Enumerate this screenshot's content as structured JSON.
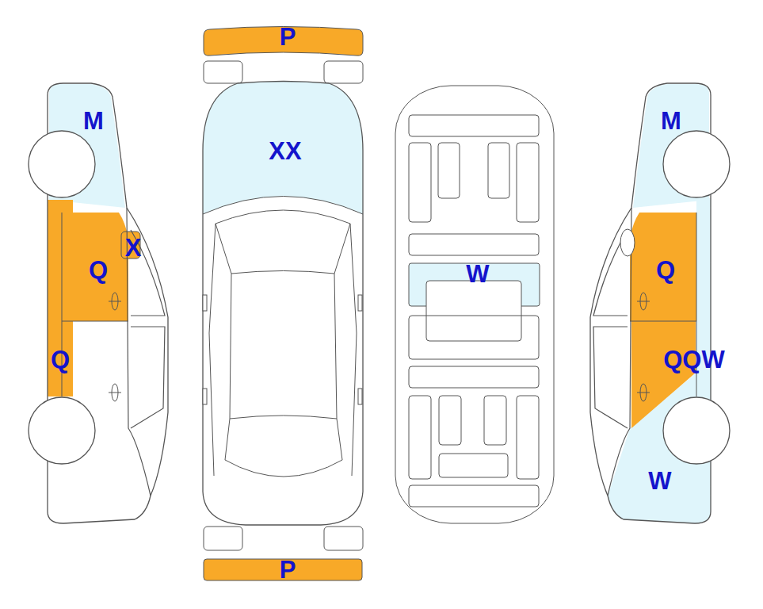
{
  "diagram": {
    "labels": [
      "P",
      "M",
      "XX",
      "M",
      "X",
      "Q",
      "W",
      "Q",
      "Q",
      "QQW",
      "W",
      "P"
    ]
  }
}
